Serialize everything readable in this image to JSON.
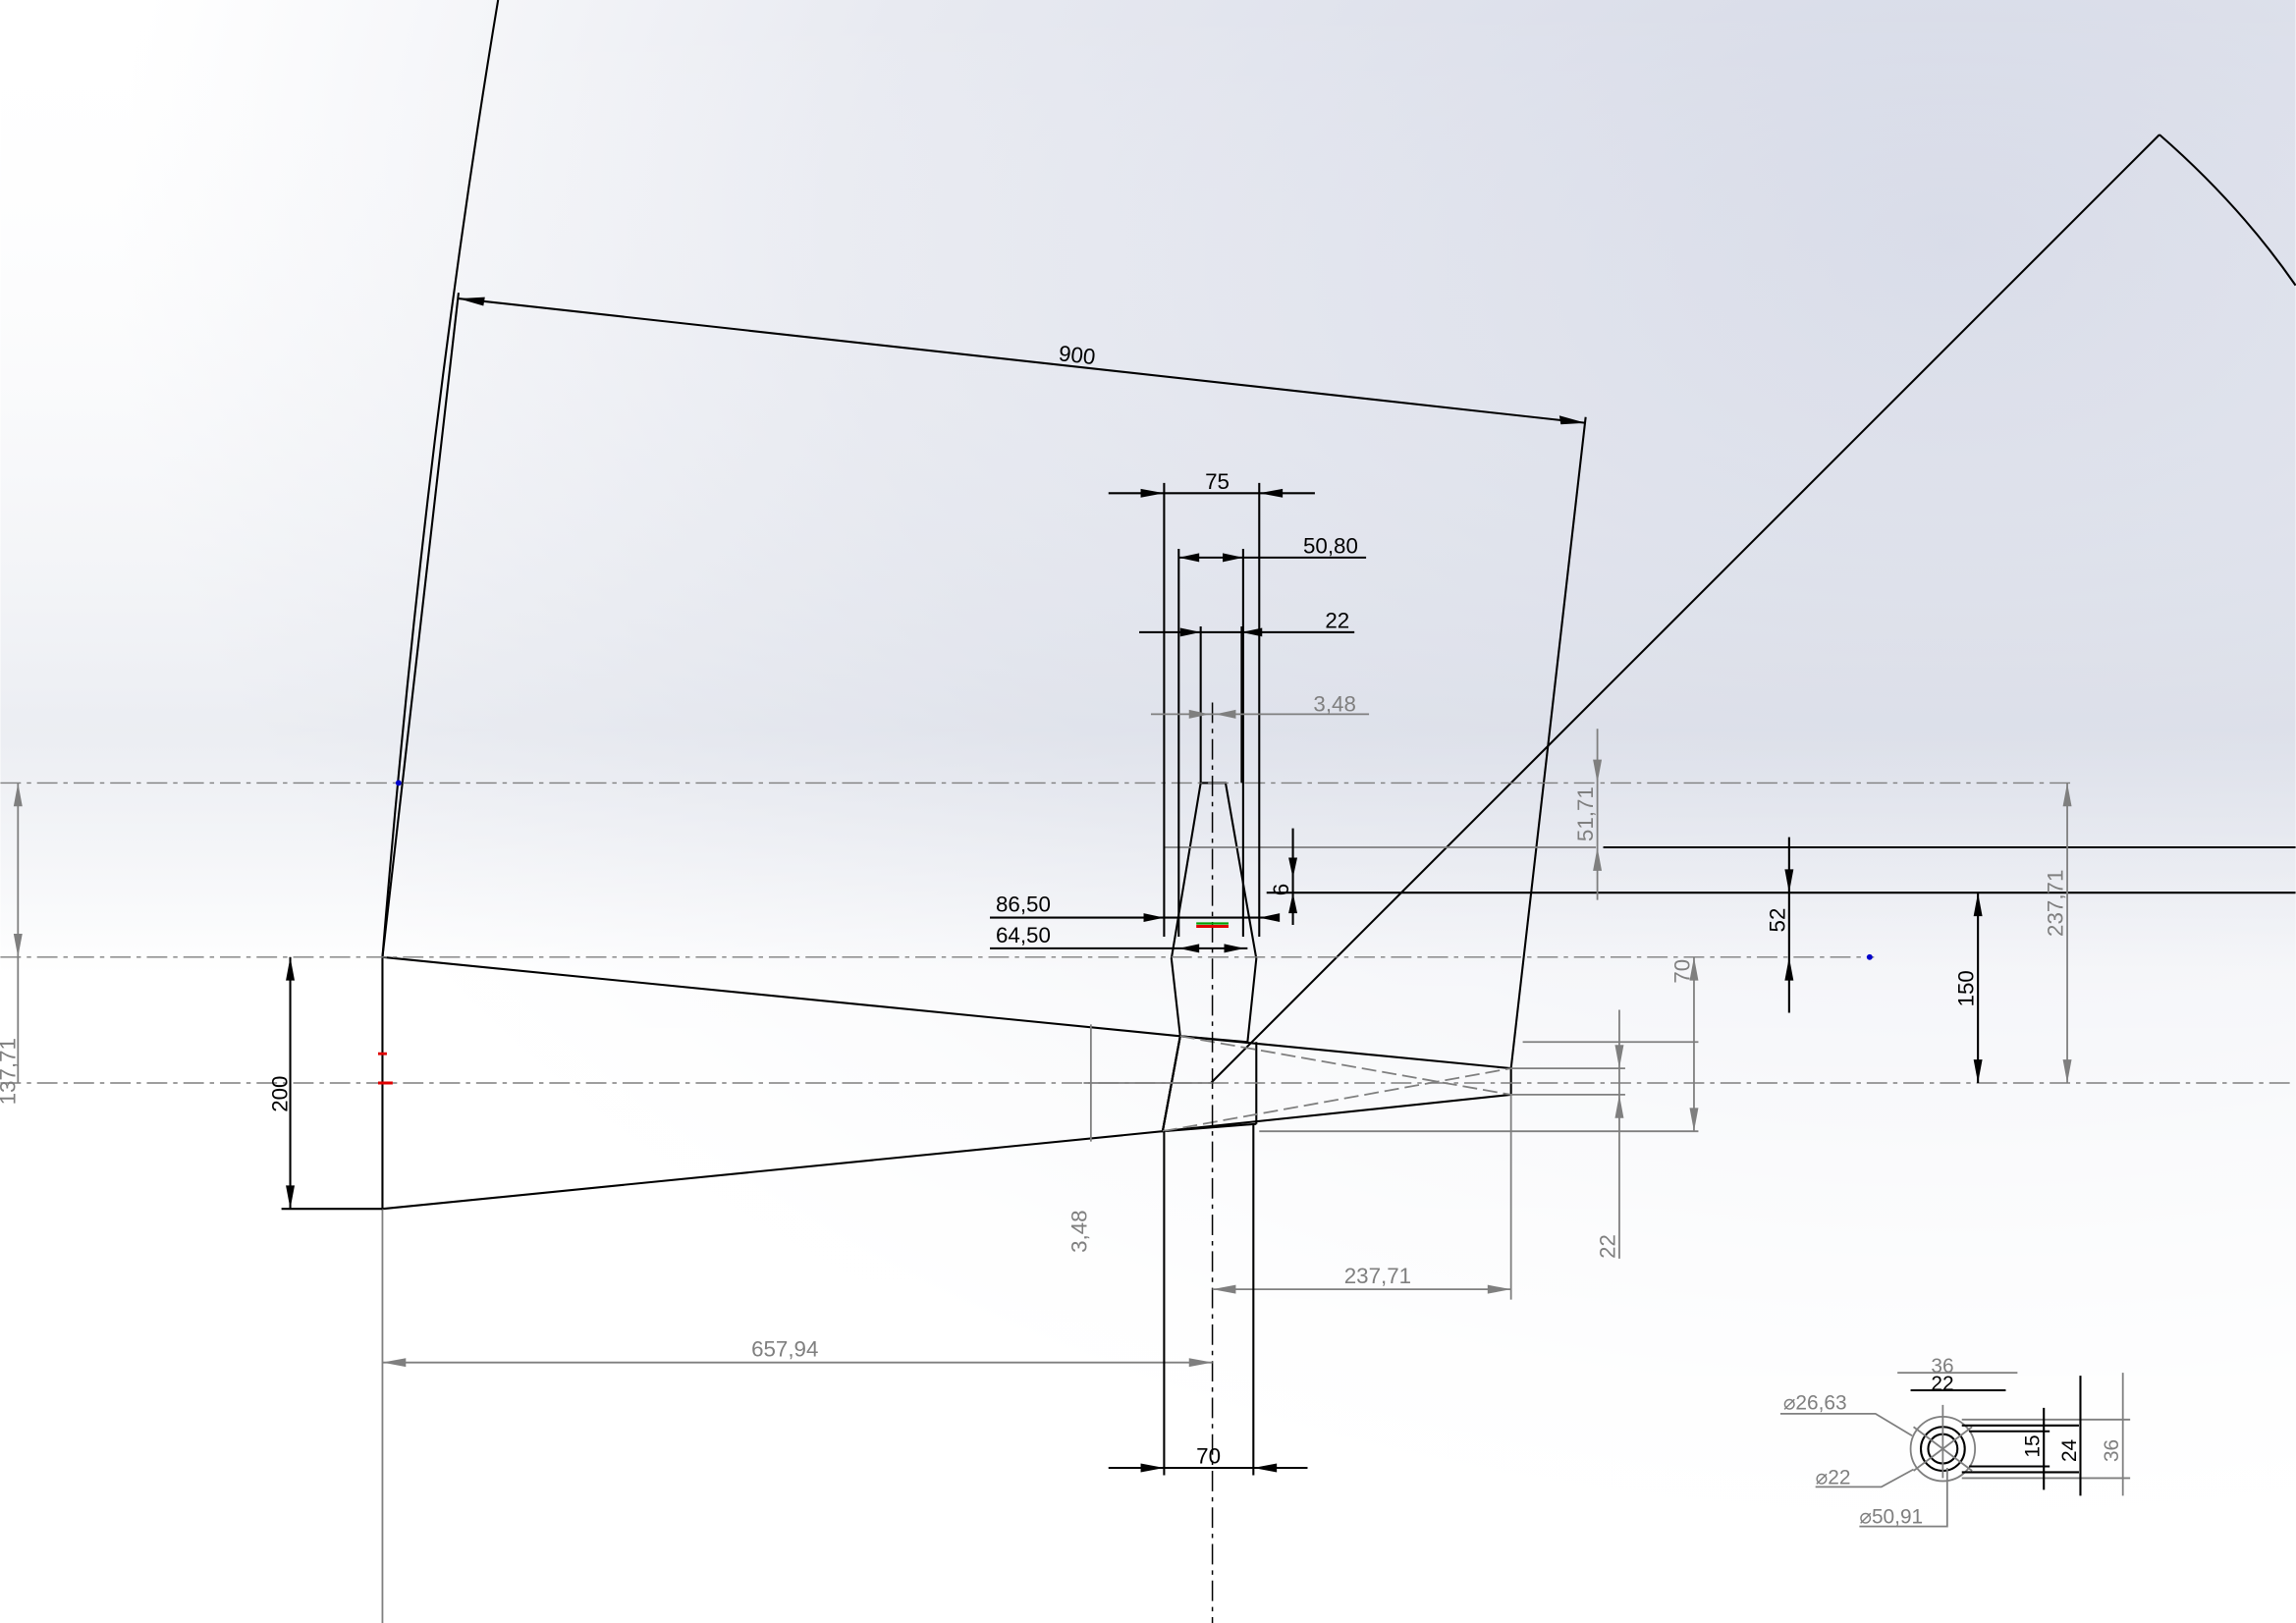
{
  "colors": {
    "part_fill": "#d6f2d6",
    "dimension_driving": "#000000",
    "dimension_driven": "#7f7f7f",
    "origin_red": "#e00000",
    "origin_green": "#00a000"
  },
  "dimensions": {
    "overall_length": "900",
    "top_width": "75",
    "width_50_80": "50,80",
    "width_22_top": "22",
    "gap_3_48_top": "3,48",
    "height_51_71": "51,71",
    "height_6": "6",
    "height_52": "52",
    "height_150": "150",
    "height_237_71_vertical": "237,71",
    "height_137_71": "137,71",
    "height_200": "200",
    "width_86_50": "86,50",
    "width_64_50": "64,50",
    "height_70": "70",
    "gap_3_48_vertical": "3,48",
    "height_22_vertical": "22",
    "length_237_71": "237,71",
    "length_657_94": "657,94",
    "width_70_bottom": "70"
  },
  "detail": {
    "width_36": "36",
    "width_22": "22",
    "dia_26_63": "⌀26,63",
    "dia_22": "⌀22",
    "dia_50_91": "⌀50,91",
    "height_15": "15",
    "height_24": "24",
    "height_36": "36"
  }
}
